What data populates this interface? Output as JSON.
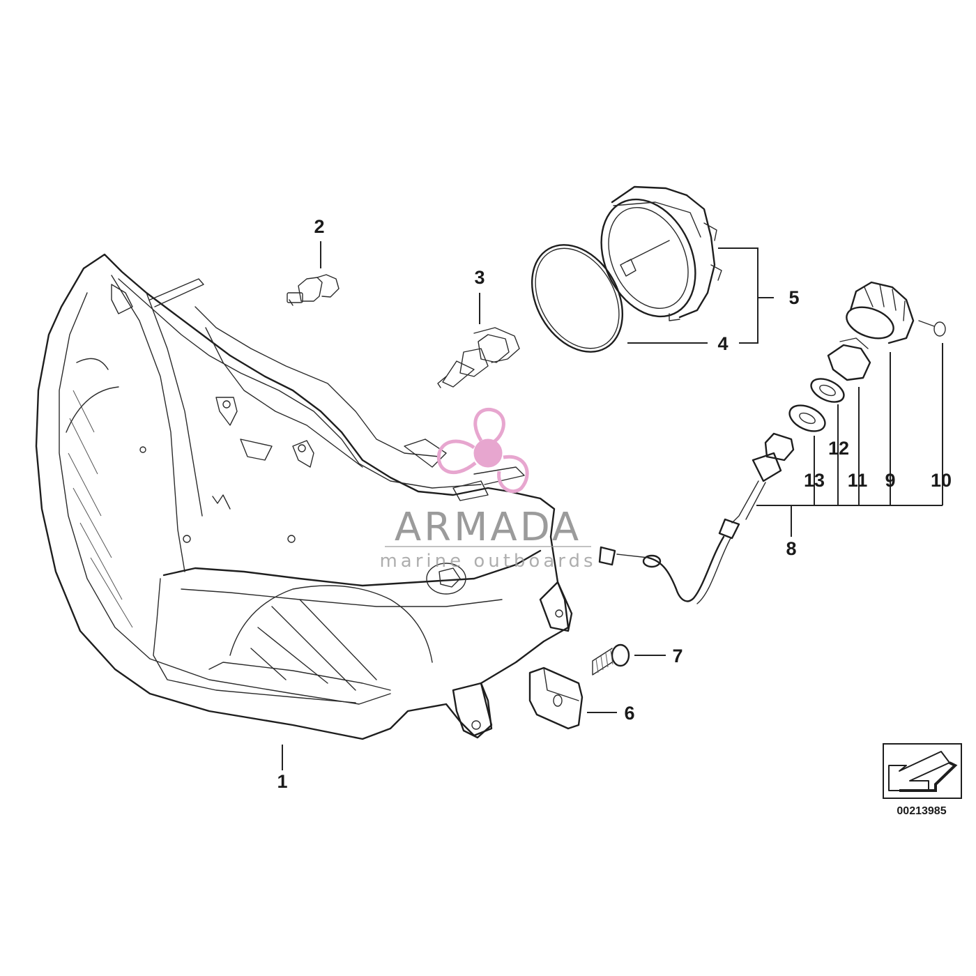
{
  "diagram": {
    "callouts": [
      "1",
      "2",
      "3",
      "4",
      "5",
      "6",
      "7",
      "8",
      "9",
      "10",
      "11",
      "12",
      "13"
    ],
    "reference_number": "00213985"
  },
  "watermark": {
    "title": "ARMADA",
    "subtitle": "marine outboards",
    "logo_color": "#e7a6cf"
  }
}
